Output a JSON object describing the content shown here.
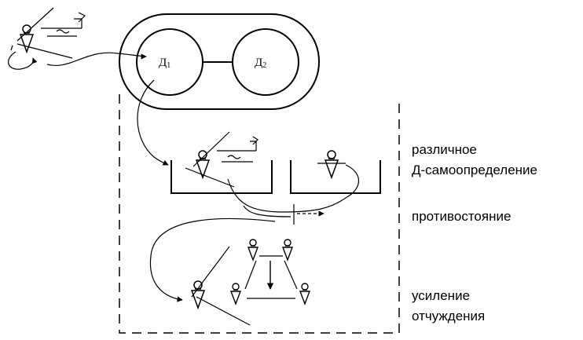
{
  "diagram": {
    "left_circle_label": "Д",
    "left_circle_index": "1",
    "right_circle_label": "Д",
    "right_circle_index": "2",
    "stage_labels": {
      "self_determination_line1": "различное",
      "self_determination_line2": "Д-самоопределение",
      "confrontation": "противостояние",
      "alienation_line1": "усиление",
      "alienation_line2": "отчуждения"
    }
  },
  "icons": [
    "person-figure-icon",
    "wave-arrow-icon",
    "dashed-arrow-icon",
    "down-arrow-icon"
  ],
  "colors": {
    "ink": "#000000",
    "background": "#ffffff"
  }
}
